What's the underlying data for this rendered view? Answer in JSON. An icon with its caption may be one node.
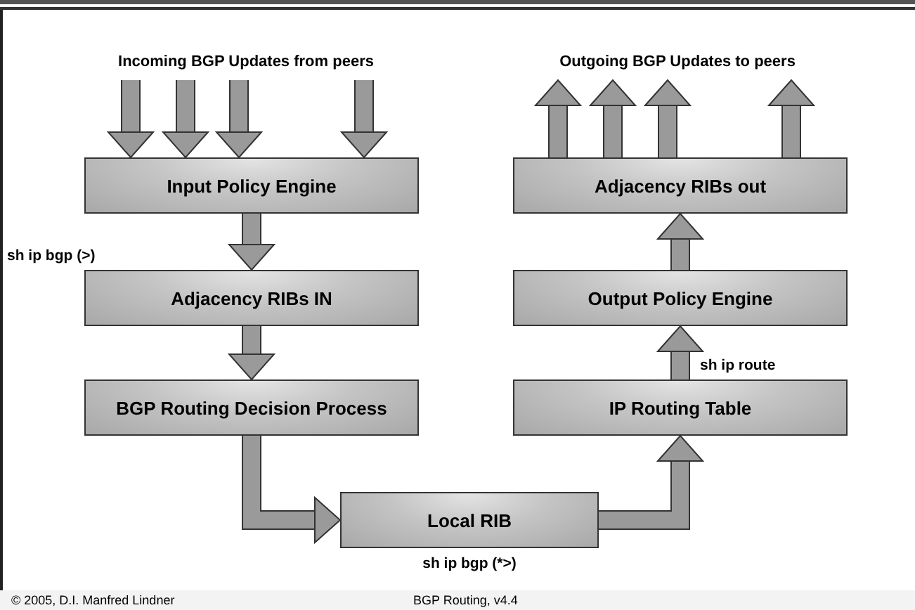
{
  "diagram": {
    "nodes": [
      {
        "text": [
          "Incoming BGP Updates from peers"
        ]
      },
      {
        "text": [
          "Input Policy Engine"
        ]
      },
      {
        "text": [
          "Adjacency RIBs IN"
        ]
      },
      {
        "text": [
          "BGP Routing Decision Process"
        ]
      },
      {
        "text": [
          "Local RIB"
        ],
        "beside": [
          "sh ip bgp (*>)"
        ]
      },
      {
        "text": [
          "IP Routing Table"
        ]
      },
      {
        "text": [
          "Output Policy Engine"
        ]
      },
      {
        "text": [
          "Adjacency RIBs out"
        ]
      },
      {
        "text": [
          "Outgoing BGP Updates to peers"
        ]
      }
    ],
    "edges": [
      {
        "from": 0,
        "to": 1,
        "arrow": "to"
      },
      {
        "from": 0,
        "to": 1,
        "arrow": "to"
      },
      {
        "from": 0,
        "to": 1,
        "arrow": "to"
      },
      {
        "from": 0,
        "to": 1,
        "arrow": "to"
      },
      {
        "from": 1,
        "to": 2,
        "arrow": "to"
      },
      {
        "from": 2,
        "to": 3,
        "arrow": "to"
      },
      {
        "from": 3,
        "to": 4,
        "arrow": "to"
      },
      {
        "from": 4,
        "to": 5,
        "arrow": "to"
      },
      {
        "from": 5,
        "to": 6,
        "arrow": "to"
      },
      {
        "from": 6,
        "to": 7,
        "arrow": "to"
      },
      {
        "from": 7,
        "to": 8,
        "arrow": "to"
      },
      {
        "from": 7,
        "to": 8,
        "arrow": "to"
      },
      {
        "from": 7,
        "to": 8,
        "arrow": "to"
      },
      {
        "from": 7,
        "to": 8,
        "arrow": "to"
      }
    ],
    "labels": [
      "sh ip bgp (>)",
      "sh ip route",
      "© 2005, D.I. Manfred Lindner",
      "BGP Routing, v4.4"
    ]
  }
}
